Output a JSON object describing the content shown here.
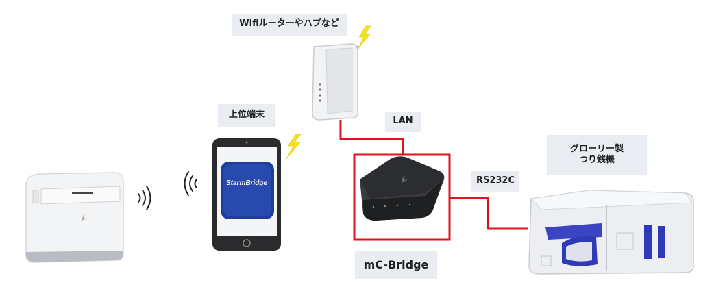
{
  "labels": {
    "wifi_router": "Wifiルーターやハブなど",
    "host_terminal": "上位端末",
    "lan": "LAN",
    "rs232c": "RS232C",
    "glory_line1": "グローリー製",
    "glory_line2": "つり銭機",
    "mc_bridge": "mC-Bridge"
  },
  "app": {
    "name": "StarmBridge"
  },
  "colors": {
    "connection_line": "#e0141e",
    "label_bg": "#e9ecf1",
    "lightning": "#f4e21a",
    "app_blue": "#1f3e9a"
  },
  "icons": [
    "wifi-router",
    "tablet",
    "receipt-printer",
    "mc-bridge-device",
    "cash-changer",
    "lightning-icon",
    "wireless-signal-icon"
  ]
}
